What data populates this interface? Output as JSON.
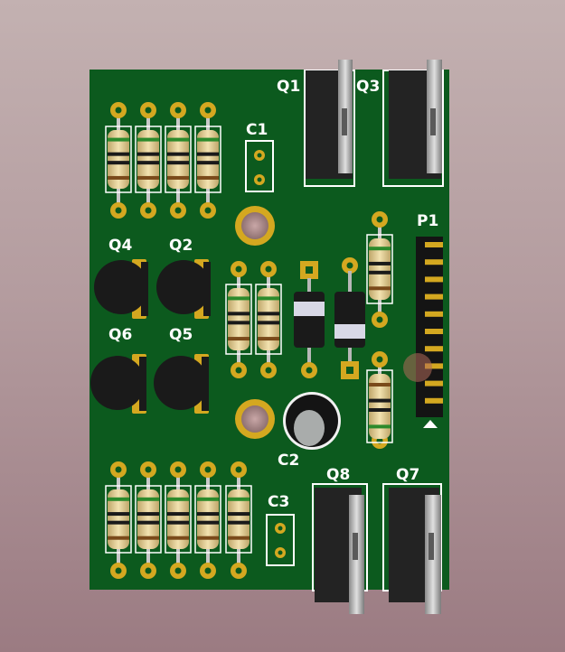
{
  "pcb": {
    "designators": {
      "q1": "Q1",
      "q3": "Q3",
      "c1": "C1",
      "p1": "P1",
      "q4": "Q4",
      "q2": "Q2",
      "q6": "Q6",
      "q5": "Q5",
      "c2": "C2",
      "c3": "C3",
      "q8": "Q8",
      "q7": "Q7"
    },
    "colors": {
      "board": "#0c5a1e",
      "copper_pad": "#d4a820",
      "silkscreen": "#ffffff",
      "resistor_body": "#e8d49a",
      "transistor_body": "#1a1a1a"
    }
  }
}
